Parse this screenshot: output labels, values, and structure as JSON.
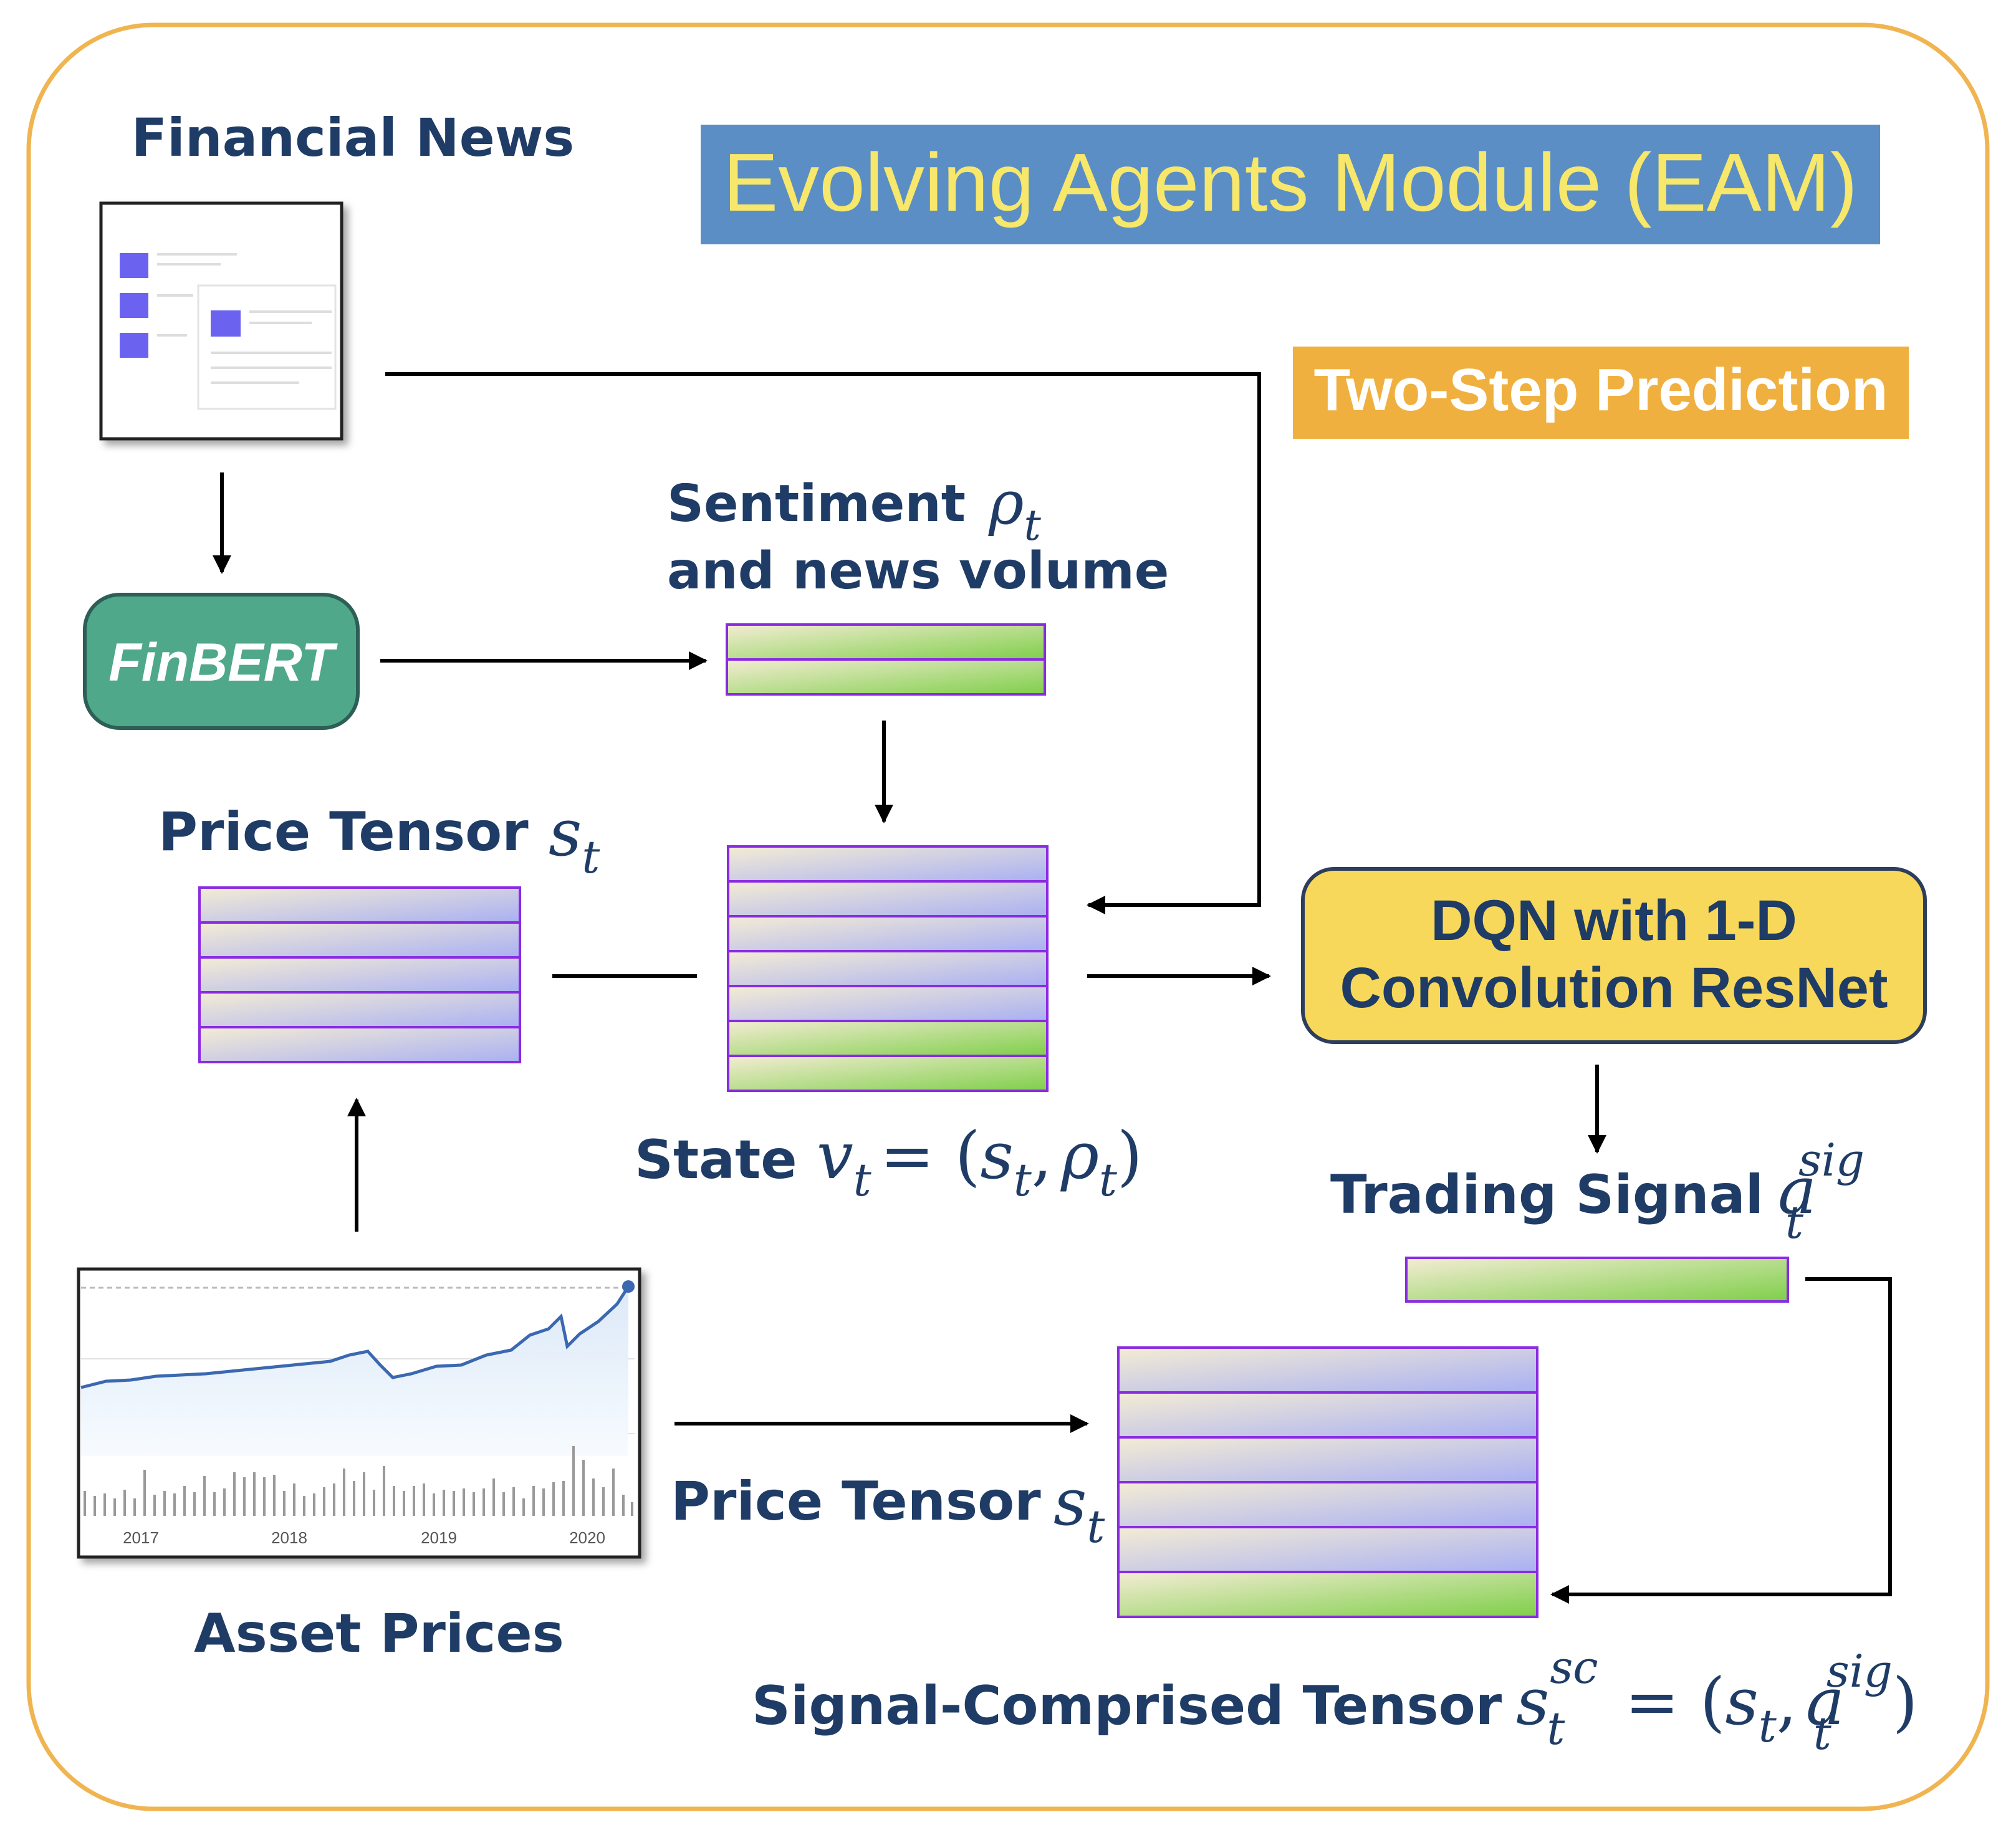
{
  "title": "Evolving Agents Module (EAM)",
  "two_step_label": "Two-Step Prediction",
  "financial_news_label": "Financial News",
  "finbert_label": "FinBERT",
  "sentiment_label_line1": "Sentiment",
  "sentiment_label_line2": "and news volume",
  "sentiment_symbol": "ρ",
  "price_tensor_label": "Price Tensor",
  "tensor_symbol": "s",
  "subscript_t": "t",
  "state_label": "State",
  "state_v": "v",
  "state_eq": "= (",
  "comma": ",",
  "close_paren": ")",
  "dqn_line1": "DQN with 1-D",
  "dqn_line2": "Convolution ResNet",
  "trading_signal_label": "Trading Signal",
  "signal_symbol": "a",
  "sig_sup": "sig",
  "sc_sup": "sc",
  "asset_prices_label": "Asset Prices",
  "signal_tensor_label": "Signal-Comprised Tensor",
  "chart_years": [
    "2017",
    "2018",
    "2019",
    "2020"
  ],
  "colors": {
    "border": "#f0b450",
    "title_bg": "#5b8ec4",
    "title_text": "#f7e76a",
    "two_step_bg": "#f0b03f",
    "finbert_bg": "#4fa88a",
    "dqn_bg": "#f7d85a",
    "text": "#1f3c66"
  }
}
